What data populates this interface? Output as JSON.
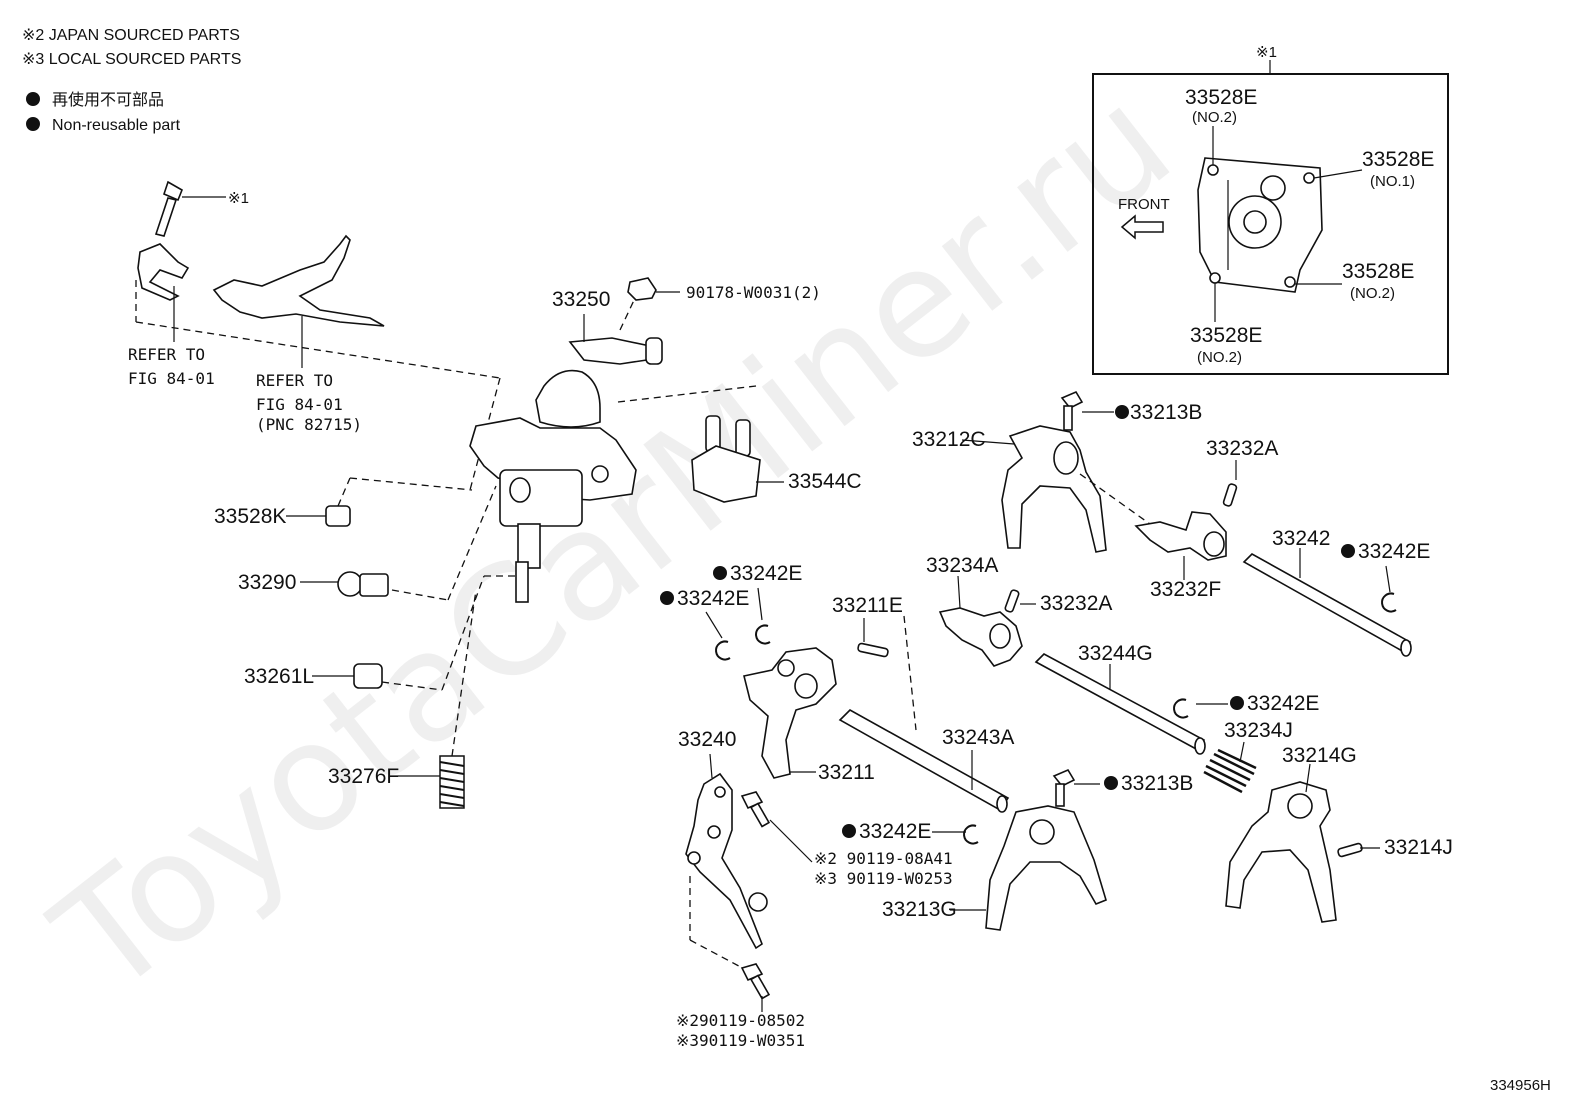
{
  "legend": {
    "japan": "※2 JAPAN SOURCED PARTS",
    "local": "※3 LOCAL SOURCED PARTS",
    "non_reusable_ja": "再使用不可部品",
    "non_reusable_en": "Non-reusable part"
  },
  "inset": {
    "ref": "※1",
    "front": "FRONT",
    "top_left_part": "33528E",
    "top_left_note": "(NO.2)",
    "right_upper_part": "33528E",
    "right_upper_note": "(NO.1)",
    "right_lower_part": "33528E",
    "right_lower_note": "(NO.2)",
    "bottom_part": "33528E",
    "bottom_note": "(NO.2)"
  },
  "refs": {
    "bolt_ref": "※1",
    "refer1_line1": "REFER TO",
    "refer1_line2": "FIG 84-01",
    "refer2_line1": "REFER TO",
    "refer2_line2": "FIG 84-01",
    "refer2_line3": "(PNC 82715)"
  },
  "labels": {
    "p33250": "33250",
    "p90178": "90178-W0031(2)",
    "p33544C": "33544C",
    "p33528K": "33528K",
    "p33290": "33290",
    "p33261L": "33261L",
    "p33276F": "33276F",
    "p33212C": "33212C",
    "p33213B_1": "33213B",
    "p33232A_1": "33232A",
    "p33232F": "33232F",
    "p33242": "33242",
    "p33242E_1": "33242E",
    "p33234A": "33234A",
    "p33232A_2": "33232A",
    "p33242E_2": "33242E",
    "p33242E_3": "33242E",
    "p33211E": "33211E",
    "p33244G": "33244G",
    "p33242E_4": "33242E",
    "p33234J": "33234J",
    "p33214G": "33214G",
    "p33243A": "33243A",
    "p33211": "33211",
    "p33240": "33240",
    "p33213B_2": "33213B",
    "p33242E_5": "33242E",
    "p33214J": "33214J",
    "p33213G": "33213G",
    "bolt_a_j": "※2 90119-08A41",
    "bolt_a_l": "※3 90119-W0253",
    "bolt_b_j": "※290119-08502",
    "bolt_b_l": "※390119-W0351"
  },
  "diagram_code": "334956H",
  "watermark": "ToyotaCarMiner.ru"
}
